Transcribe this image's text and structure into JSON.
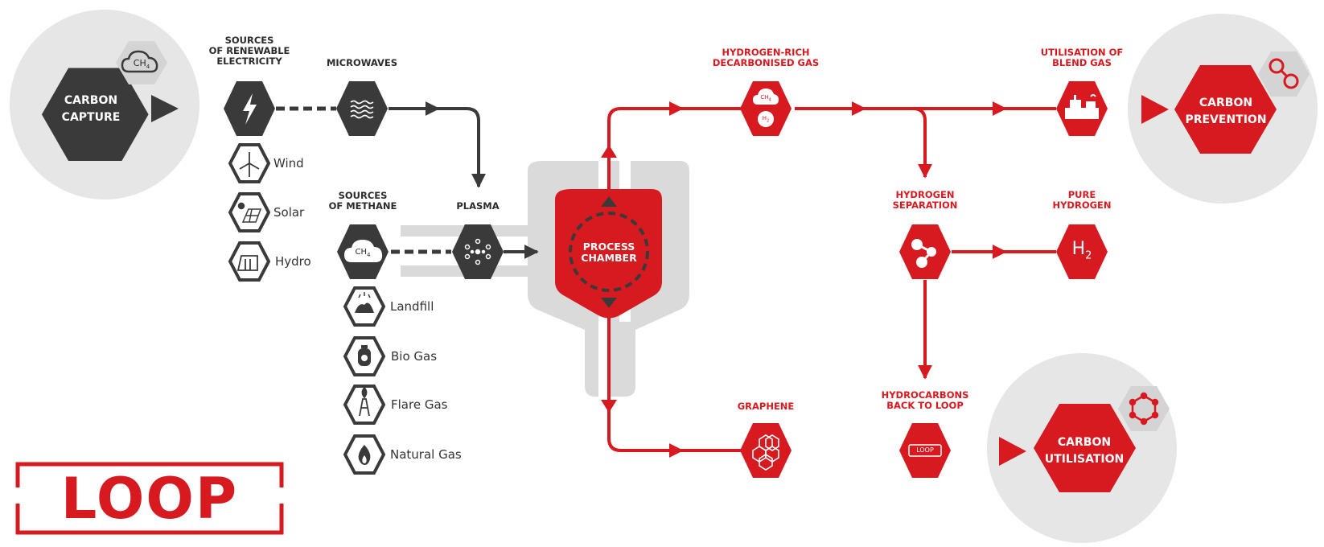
{
  "colors": {
    "red": "#d71920",
    "dark": "#3a3a3a",
    "light_gray": "#e6e6e6",
    "mid_gray": "#d9d9d9"
  },
  "logo_text": "LOOP",
  "icons": {
    "carbon_capture": "cloud-ch4-icon",
    "electricity": "lightning-bolt-icon",
    "microwaves": "waves-icon",
    "methane": "cloud-ch4-icon",
    "plasma": "plasma-dots-icon",
    "wind": "wind-turbine-icon",
    "solar": "solar-panel-icon",
    "hydro": "dam-icon",
    "landfill": "landfill-icon",
    "bio_gas": "gas-cylinder-icon",
    "flare_gas": "flare-tower-icon",
    "natural_gas": "flame-icon",
    "decarb_gas": "ch4-h2-icon",
    "blend_gas": "generator-icon",
    "separation": "molecule-icon",
    "pure_hydrogen": "h2-icon",
    "graphene": "graphene-lattice-icon",
    "loop_badge": "loop-logo-icon",
    "carbon_prevention": "h2-molecule-icon",
    "carbon_utilisation": "hexagon-ring-icon"
  },
  "hubs": {
    "carbon_capture": "CARBON\nCAPTURE",
    "carbon_prevention": "CARBON\nPREVENTION",
    "carbon_utilisation": "CARBON\nUTILISATION"
  },
  "labels": {
    "renewable": "SOURCES\nOF RENEWABLE\nELECTRICITY",
    "microwaves": "MICROWAVES",
    "methane": "SOURCES\nOF METHANE",
    "plasma": "PLASMA",
    "process_chamber": "PROCESS\nCHAMBER",
    "hydrogen_rich": "HYDROGEN-RICH\nDECARBONISED GAS",
    "utilisation_blend": "UTILISATION OF\nBLEND GAS",
    "hydrogen_separation": "HYDROGEN\nSEPARATION",
    "pure_hydrogen": "PURE\nHYDROGEN",
    "graphene": "GRAPHENE",
    "hydrocarbons": "HYDROCARBONS\nBACK TO LOOP"
  },
  "glyphs": {
    "ch4": "CH",
    "ch4_sub": "4",
    "h2": "H",
    "h2_sub": "2",
    "loop_badge": "LOOP"
  },
  "renewable_sources": [
    "Wind",
    "Solar",
    "Hydro"
  ],
  "methane_sources": [
    "Landfill",
    "Bio Gas",
    "Flare Gas",
    "Natural Gas"
  ]
}
